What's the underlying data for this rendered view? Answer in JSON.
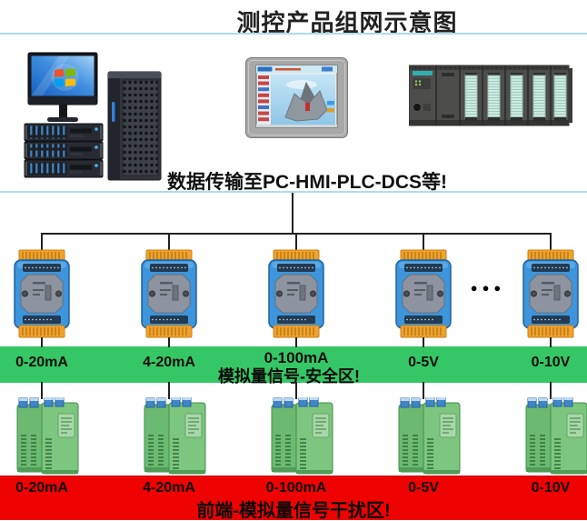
{
  "title": "测控产品组网示意图",
  "subtitle": "数据传输至PC-HMI-PLC-DCS等!",
  "devices": {
    "left": "pc-workstation-with-rack-servers",
    "center": "hmi-touch-panel",
    "right": "plc-module-rack"
  },
  "signals": [
    "0-20mA",
    "4-20mA",
    "0-100mA",
    "0-5V",
    "0-10V"
  ],
  "more_modules_dots": "●●●",
  "green_zone": {
    "label": "模拟量信号-安全区!",
    "color": "#35c765"
  },
  "red_zone": {
    "label": "前端-模拟量信号干扰区!",
    "color": "#ee0202"
  },
  "colors": {
    "divider_blue": "#aedcee",
    "connector_line": "#222222",
    "io_module_blue": "#3d95dc",
    "terminal_orange": "#f0a32c",
    "isolator_green": "#7cc680"
  }
}
